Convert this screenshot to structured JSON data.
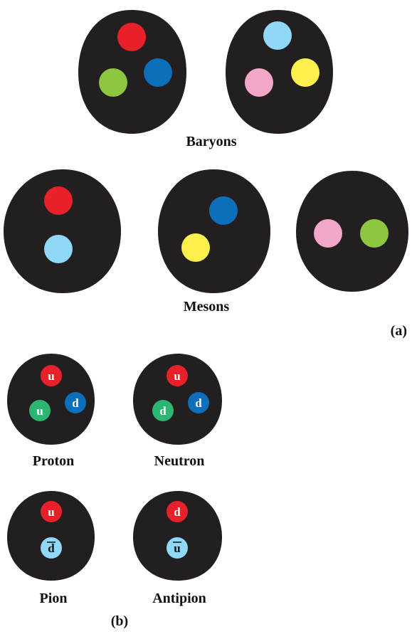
{
  "panel_a": {
    "label": "(a)",
    "baryons_label": "Baryons",
    "mesons_label": "Mesons",
    "baryons": [
      {
        "quarks": [
          {
            "color": "#e8202a"
          },
          {
            "color": "#8dc63f"
          },
          {
            "color": "#0b6fba"
          }
        ]
      },
      {
        "quarks": [
          {
            "color": "#8fd8f8"
          },
          {
            "color": "#f2a7c9"
          },
          {
            "color": "#fff04d"
          }
        ]
      }
    ],
    "mesons": [
      {
        "quarks": [
          {
            "color": "#e8202a"
          },
          {
            "color": "#8fd8f8"
          }
        ]
      },
      {
        "quarks": [
          {
            "color": "#0b6fba"
          },
          {
            "color": "#fff04d"
          }
        ]
      },
      {
        "quarks": [
          {
            "color": "#f2a7c9"
          },
          {
            "color": "#8dc63f"
          }
        ]
      }
    ]
  },
  "panel_b": {
    "label": "(b)",
    "particles": [
      {
        "name": "Proton",
        "quarks": [
          {
            "letter": "u",
            "bar": false,
            "color": "#e8202a"
          },
          {
            "letter": "u",
            "bar": false,
            "color": "#2bb673"
          },
          {
            "letter": "d",
            "bar": false,
            "color": "#0b6fba"
          }
        ]
      },
      {
        "name": "Neutron",
        "quarks": [
          {
            "letter": "u",
            "bar": false,
            "color": "#e8202a"
          },
          {
            "letter": "d",
            "bar": false,
            "color": "#2bb673"
          },
          {
            "letter": "d",
            "bar": false,
            "color": "#0b6fba"
          }
        ]
      },
      {
        "name": "Pion",
        "quarks": [
          {
            "letter": "u",
            "bar": false,
            "color": "#e8202a"
          },
          {
            "letter": "d",
            "bar": true,
            "color": "#8fd8f8"
          }
        ]
      },
      {
        "name": "Antipion",
        "quarks": [
          {
            "letter": "d",
            "bar": false,
            "color": "#e8202a"
          },
          {
            "letter": "u",
            "bar": true,
            "color": "#8fd8f8"
          }
        ]
      }
    ]
  },
  "colors": {
    "hadron_body": "#231f20"
  }
}
